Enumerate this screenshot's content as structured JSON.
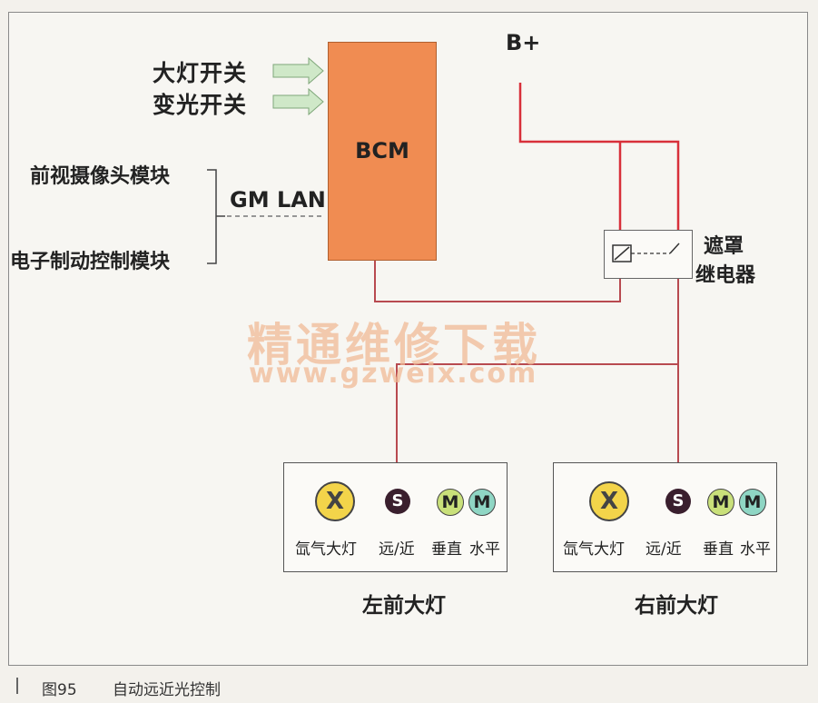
{
  "inputs": {
    "headlamp_switch": "大灯开关",
    "dimmer_switch": "变光开关"
  },
  "modules": {
    "front_camera": "前视摄像头模块",
    "ebcm": "电子制动控制模块"
  },
  "network_label": "GM LAN",
  "bcm_label": "BCM",
  "battery_label": "B+",
  "relay": {
    "line1": "遮罩",
    "line2": "继电器"
  },
  "watermark": {
    "text": "精通维修下载",
    "url": "www.gzweix.com"
  },
  "left_lamp": {
    "title": "左前大灯",
    "xenon_symbol": "X",
    "switch_symbol": "S",
    "motor_symbol": "M",
    "xenon_label": "氙气大灯",
    "switch_label": "远/近",
    "vertical_label": "垂直",
    "horizontal_label": "水平"
  },
  "right_lamp": {
    "title": "右前大灯",
    "xenon_symbol": "X",
    "switch_symbol": "S",
    "motor_symbol": "M",
    "xenon_label": "氙气大灯",
    "switch_label": "远/近",
    "vertical_label": "垂直",
    "horizontal_label": "水平"
  },
  "caption": {
    "figure": "图95",
    "title": "自动远近光控制"
  },
  "colors": {
    "bcm": "#f08c52",
    "power_wire": "#d8303a",
    "signal_wire": "#b84a50",
    "input_arrow": "#cfe8c8"
  }
}
